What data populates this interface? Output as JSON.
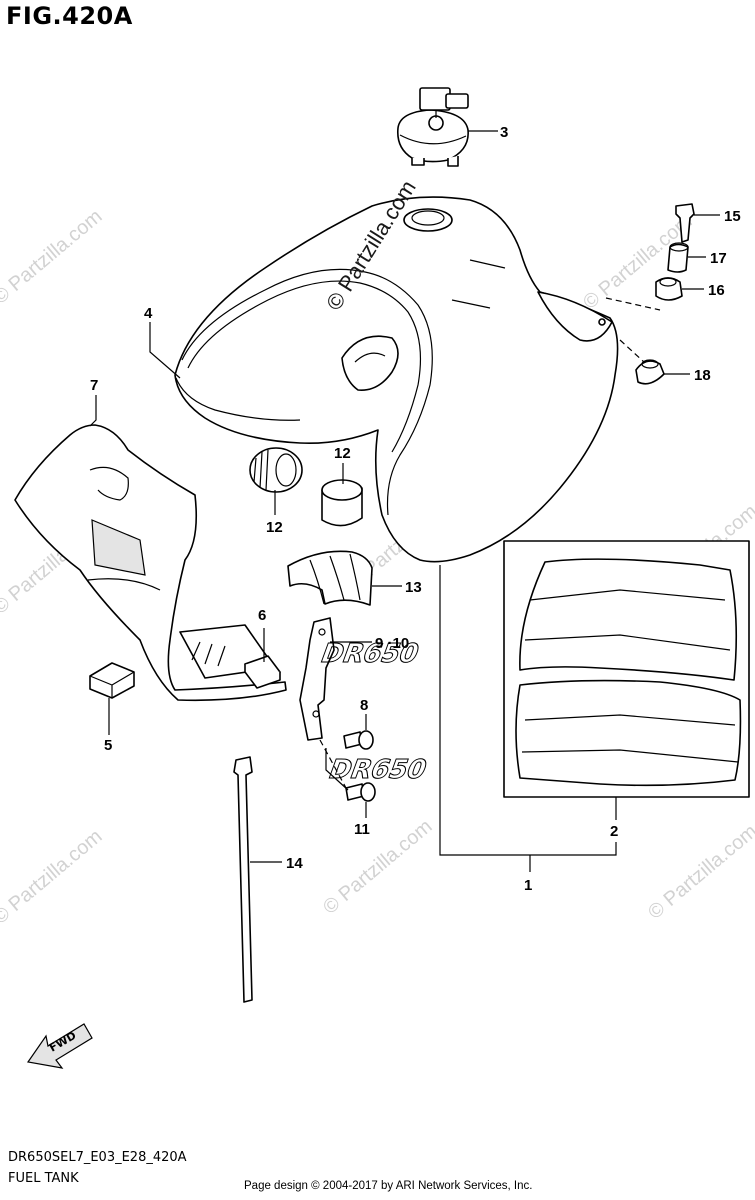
{
  "figure": {
    "title": "FIG.420A",
    "code": "DR650SEL7_E03_E28_420A",
    "section": "FUEL TANK",
    "copyright": "Page design © 2004-2017 by ARI Network Services, Inc."
  },
  "watermark": {
    "text": "© Partzilla.com"
  },
  "callouts": [
    {
      "id": "c1",
      "label": "1"
    },
    {
      "id": "c2",
      "label": "2"
    },
    {
      "id": "c3",
      "label": "3"
    },
    {
      "id": "c4",
      "label": "4"
    },
    {
      "id": "c5",
      "label": "5"
    },
    {
      "id": "c6",
      "label": "6"
    },
    {
      "id": "c7",
      "label": "7"
    },
    {
      "id": "c8",
      "label": "8"
    },
    {
      "id": "c910",
      "label": "9 ·10"
    },
    {
      "id": "c11",
      "label": "11"
    },
    {
      "id": "c12a",
      "label": "12"
    },
    {
      "id": "c12b",
      "label": "12"
    },
    {
      "id": "c13",
      "label": "13"
    },
    {
      "id": "c14",
      "label": "14"
    },
    {
      "id": "c15",
      "label": "15"
    },
    {
      "id": "c16",
      "label": "16"
    },
    {
      "id": "c17",
      "label": "17"
    },
    {
      "id": "c18",
      "label": "18"
    }
  ],
  "fwd_arrow": {
    "label": "FWD"
  },
  "decals": {
    "upper": "DR650",
    "lower": "DR650"
  }
}
